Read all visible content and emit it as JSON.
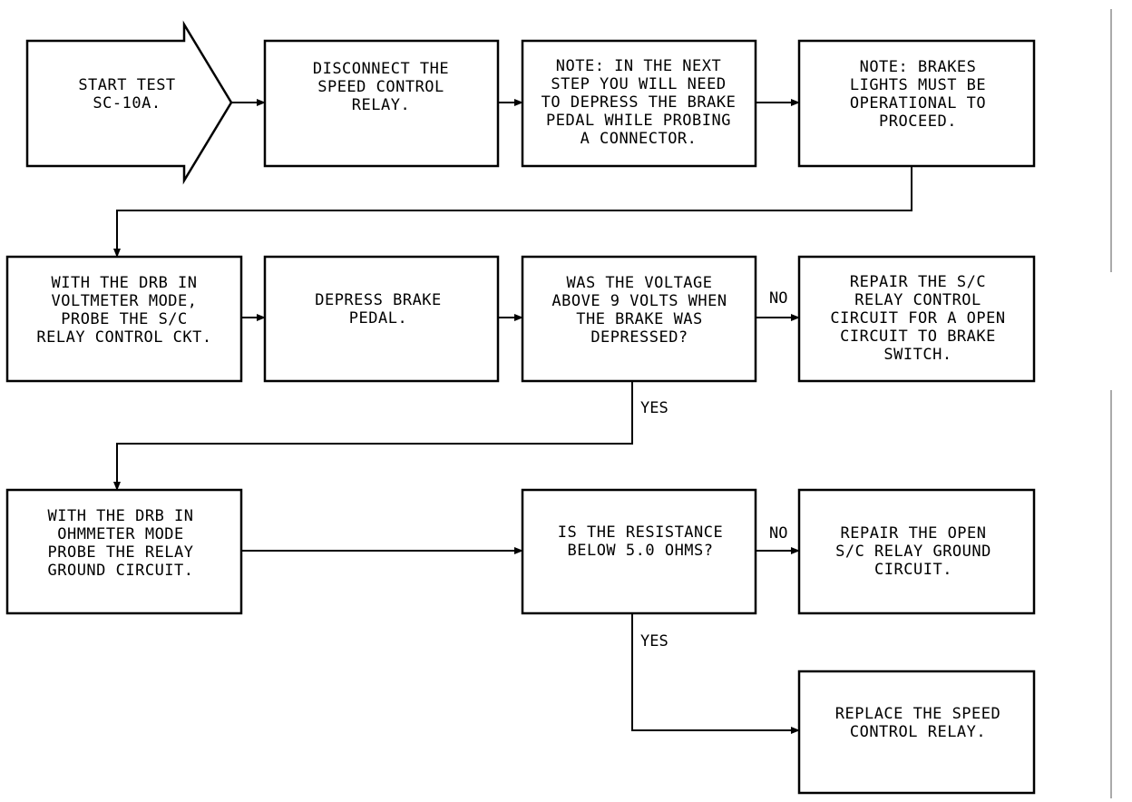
{
  "nodes": {
    "start": [
      "START TEST",
      "SC-10A."
    ],
    "disconnect": [
      "DISCONNECT THE",
      "SPEED CONTROL",
      "RELAY."
    ],
    "note1": [
      "NOTE: IN THE NEXT",
      "STEP YOU WILL NEED",
      "TO DEPRESS THE BRAKE",
      "PEDAL WHILE PROBING",
      "A CONNECTOR."
    ],
    "note2": [
      "NOTE: BRAKES",
      "LIGHTS MUST BE",
      "OPERATIONAL TO",
      "PROCEED."
    ],
    "voltmeter": [
      "WITH THE DRB IN",
      "VOLTMETER MODE,",
      "PROBE THE S/C",
      "RELAY CONTROL CKT."
    ],
    "depress": [
      "DEPRESS BRAKE",
      "PEDAL."
    ],
    "voltage_q": [
      "WAS THE VOLTAGE",
      "ABOVE 9 VOLTS WHEN",
      "THE BRAKE WAS",
      "DEPRESSED?"
    ],
    "repair1": [
      "REPAIR THE S/C",
      "RELAY CONTROL",
      "CIRCUIT FOR A OPEN",
      "CIRCUIT TO BRAKE",
      "SWITCH."
    ],
    "ohmmeter": [
      "WITH THE DRB IN",
      "OHMMETER MODE",
      "PROBE THE RELAY",
      "GROUND CIRCUIT."
    ],
    "resistance_q": [
      "IS THE RESISTANCE",
      "BELOW 5.0 OHMS?"
    ],
    "repair2": [
      "REPAIR THE OPEN",
      "S/C RELAY GROUND",
      "CIRCUIT."
    ],
    "replace": [
      "REPLACE THE SPEED",
      "CONTROL RELAY."
    ]
  },
  "edge_labels": {
    "voltage_no": "NO",
    "voltage_yes": "YES",
    "resistance_no": "NO",
    "resistance_yes": "YES"
  }
}
